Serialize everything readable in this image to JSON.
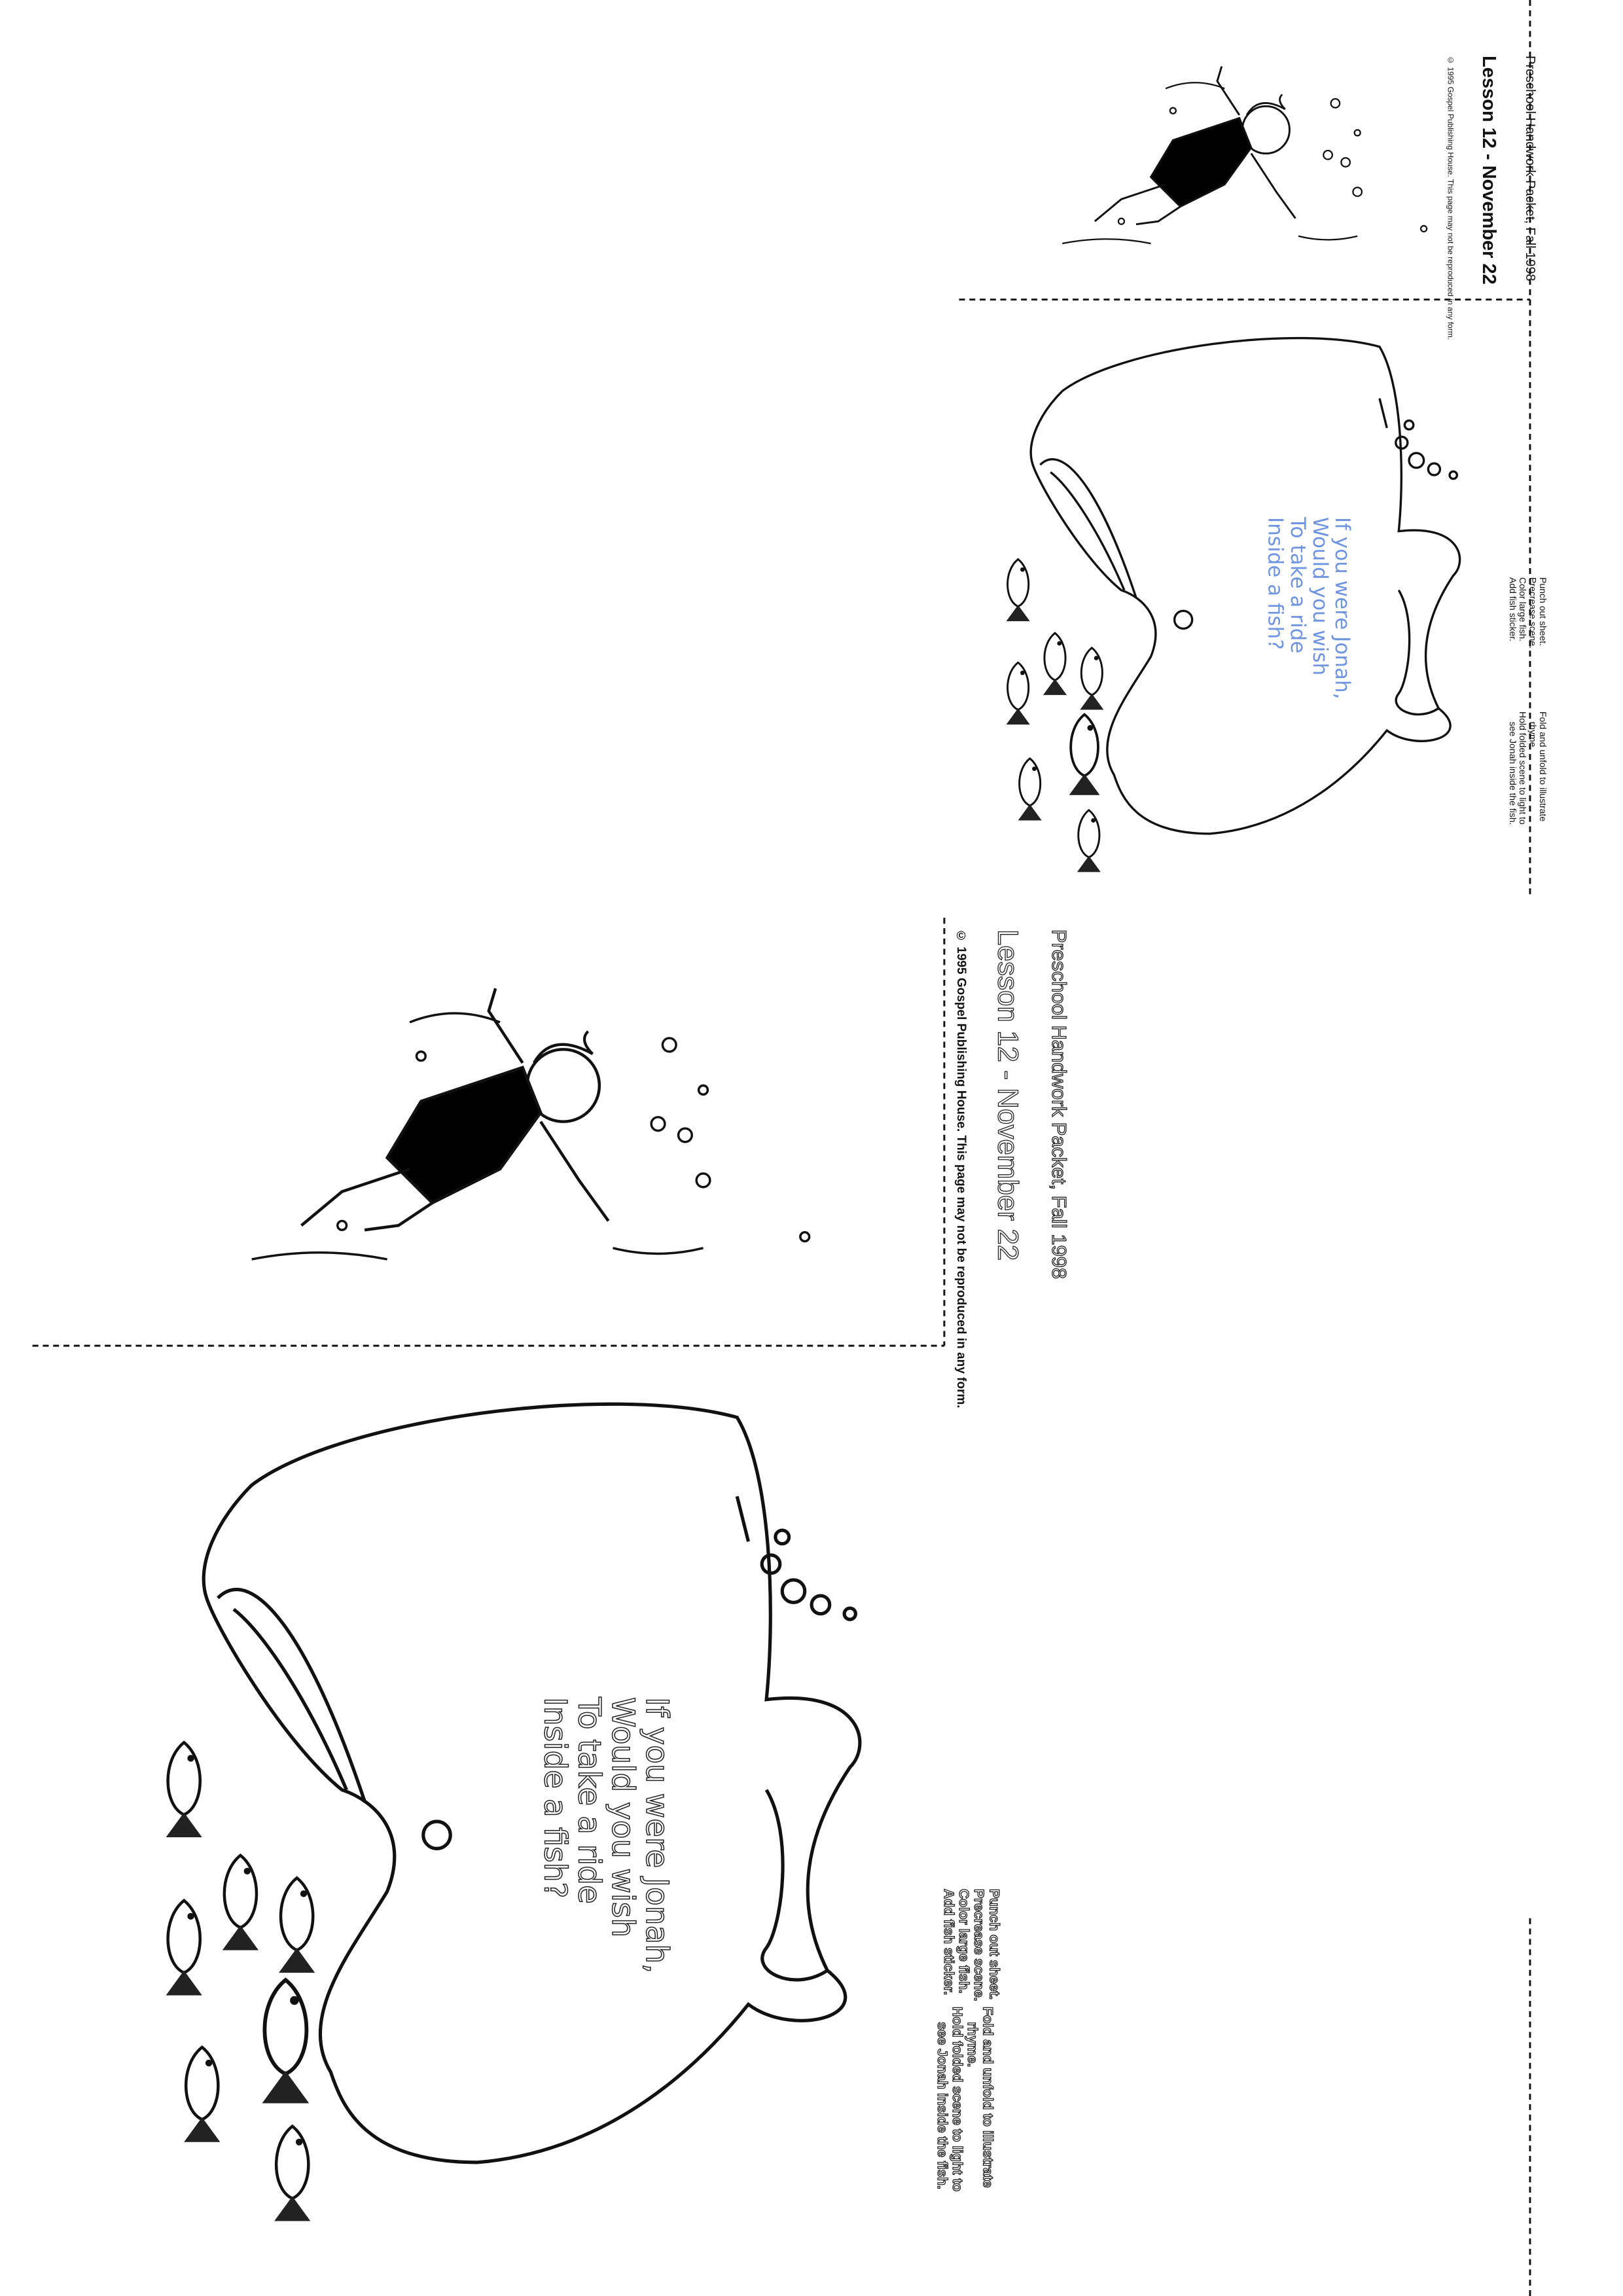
{
  "header": {
    "packet": "Preschool Handwork Packet, Fall 1998",
    "lesson": "Lesson 12 - November 22",
    "copyright": "© 1995 Gospel Publishing House. This page may not be reproduced in any form."
  },
  "instructions": {
    "steps": "Punch out sheet.\nPrecrease scene.\nColor large fish.\nAdd fish sticker.",
    "fold": "Fold and unfold to illustrate\n    rhyme.\nHold folded scene to light to\n    see Jonah inside the fish."
  },
  "rhyme": "If you were Jonah,\nWould you wish\nTo take a ride\nInside a fish?",
  "colors": {
    "rhyme_blue": "#6f95e0",
    "jonah_tunic": "#6f95e0",
    "ink": "#111111"
  },
  "illustrations": [
    "jonah-swimming-colored",
    "whale-with-fish-colored",
    "jonah-swimming-outline",
    "whale-with-fish-outline"
  ]
}
